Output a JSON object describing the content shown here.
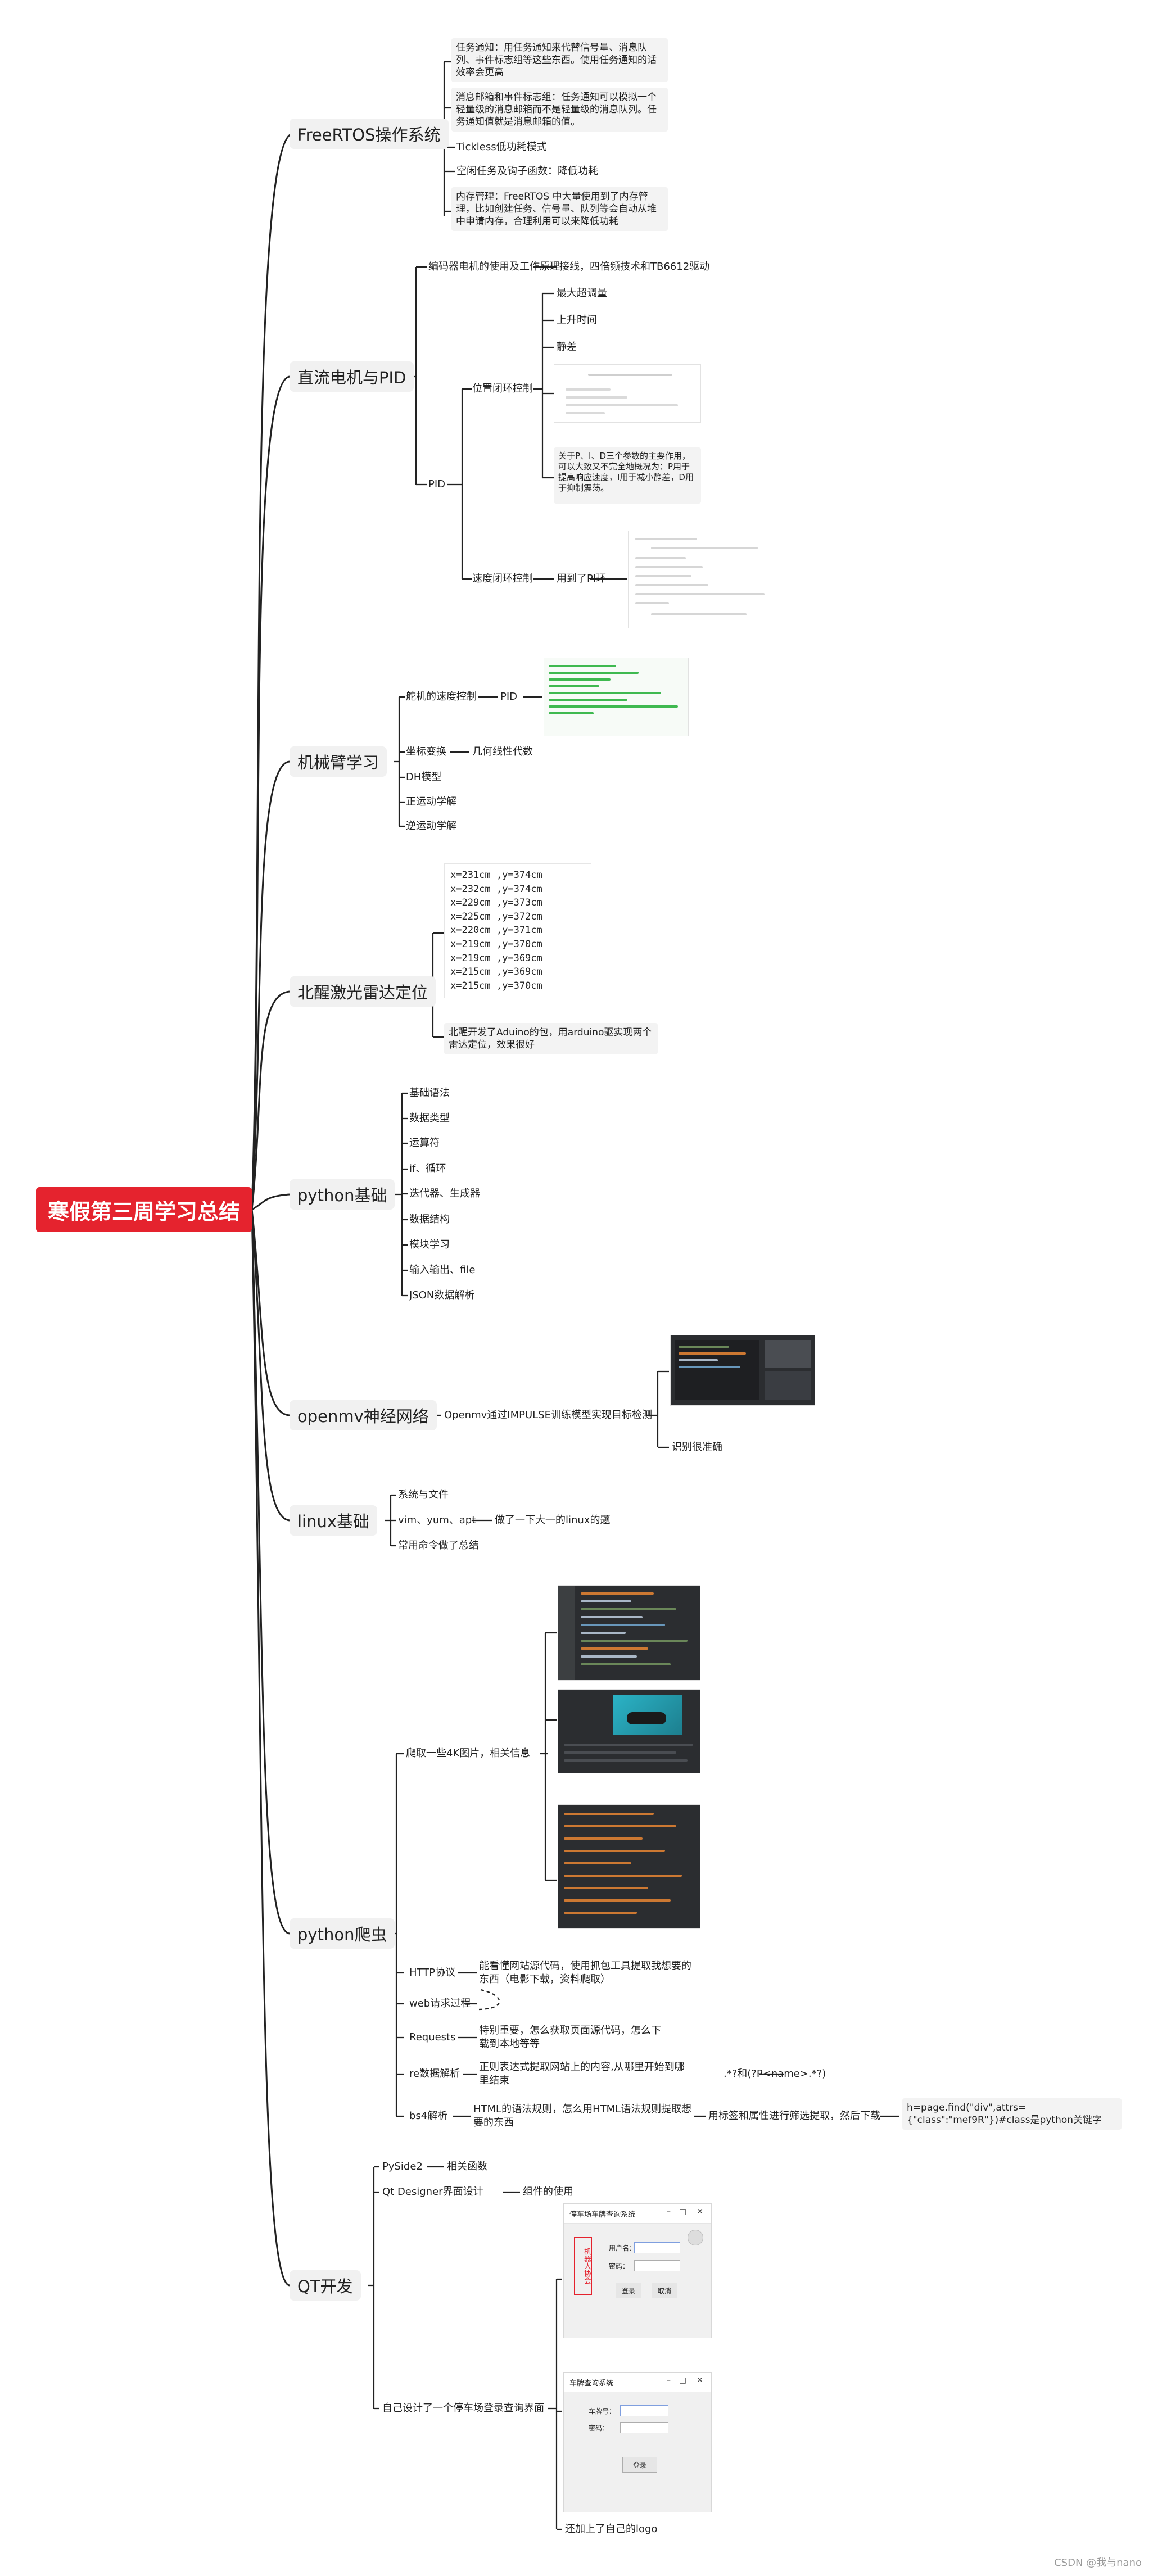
{
  "root": {
    "title": "寒假第三周学习总结"
  },
  "freertos": {
    "title": "FreeRTOS操作系统",
    "items": [
      "任务通知：用任务通知来代替信号量、消息队列、事件标志组等这些东西。使用任务通知的话效率会更高",
      "消息邮箱和事件标志组：任务通知可以模拟一个轻量级的消息邮箱而不是轻量级的消息队列。任务通知值就是消息邮箱的值。",
      "Tickless低功耗模式",
      "空闲任务及钩子函数：降低功耗",
      "内存管理：FreeRTOS 中大量使用到了内存管理，比如创建任务、信号量、队列等会自动从堆中申请内存，合理利用可以来降低功耗"
    ]
  },
  "dc_motor": {
    "title": "直流电机与PID",
    "encoder": "编码器电机的使用及工作原理",
    "encoder_detail": "接线，四倍频技术和TB6612驱动",
    "pid": "PID",
    "position": "位置闭环控制",
    "position_items": [
      "最大超调量",
      "上升时间",
      "静差"
    ],
    "position_note": "关于P、I、D三个参数的主要作用，可以大致又不完全地概况为：P用于提高响应速度，I用于减小静差，D用于抑制震荡。",
    "speed": "速度闭环控制",
    "speed_detail": "用到了PI环"
  },
  "arm": {
    "title": "机械臂学习",
    "servo": "舵机的速度控制",
    "servo_pid": "PID",
    "coord": "坐标变换",
    "coord_detail": "几何线性代数",
    "items": [
      "DH模型",
      "正运动学解",
      "逆运动学解"
    ]
  },
  "lidar": {
    "title": "北醒激光雷达定位",
    "readings": [
      "x=231cm  ,y=374cm",
      "x=232cm  ,y=374cm",
      "x=229cm  ,y=373cm",
      "x=225cm  ,y=372cm",
      "x=220cm  ,y=371cm",
      "x=219cm  ,y=370cm",
      "x=219cm  ,y=369cm",
      "x=215cm  ,y=369cm",
      "x=215cm  ,y=370cm"
    ],
    "note": "北醒开发了Aduino的包，用arduino驱实现两个雷达定位，效果很好"
  },
  "python": {
    "title": "python基础",
    "items": [
      "基础语法",
      "数据类型",
      "运算符",
      "if、循环",
      "迭代器、生成器",
      "数据结构",
      "模块学习",
      "输入输出、file",
      "JSON数据解析"
    ]
  },
  "openmv": {
    "title": "openmv神经网络",
    "detail": "Openmv通过IMPULSE训练模型实现目标检测",
    "result": "识别很准确"
  },
  "linux": {
    "title": "linux基础",
    "items": [
      "系统与文件",
      "vim、yum、apt",
      "常用命令做了总结"
    ],
    "vim_detail": "做了一下大一的linux的题"
  },
  "spider": {
    "title": "python爬虫",
    "crawl": "爬取一些4K图片，相关信息",
    "http": "HTTP协议",
    "http_detail": "能看懂网站源代码，使用抓包工具提取我想要的东西（电影下载，资料爬取）",
    "web": "web请求过程",
    "requests": "Requests",
    "requests_detail": "特别重要，怎么获取页面源代码，怎么下载到本地等等",
    "re": "re数据解析",
    "re_detail": "正则表达式提取网站上的内容,从哪里开始到哪里结束",
    "re_pattern": ".*?和(?P<name>.*?)",
    "bs4": "bs4解析",
    "bs4_detail": "HTML的语法规则，怎么用HTML语法规则提取想要的东西",
    "bs4_detail2": "用标签和属性进行筛选提取，然后下载",
    "bs4_code": "h=page.find(\"div\",attrs={\"class\":\"mef9R\"})#class是python关键字"
  },
  "qt": {
    "title": "QT开发",
    "pyside": "PySide2",
    "pyside_detail": "相关函数",
    "designer": "Qt Designer界面设计",
    "designer_detail": "组件的使用",
    "design": "自己设计了一个停车场登录查询界面",
    "logo": "还加上了自己的logo",
    "win1": {
      "title": "停车场车牌查询系统",
      "user": "用户名：",
      "pwd": "密码：",
      "login": "登录",
      "cancel": "取消",
      "badge": "机器人协会"
    },
    "win2": {
      "title": "车牌查询系统",
      "plate": "车牌号：",
      "pwd": "密码：",
      "login": "登录"
    }
  },
  "watermark": "CSDN @我与nano",
  "colors": {
    "root": "#e5232e",
    "line": "#222222",
    "category_bg": "#f1f1f1"
  }
}
